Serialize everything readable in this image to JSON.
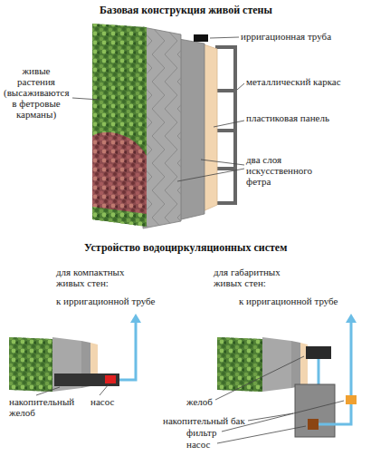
{
  "diagram": {
    "title": "Базовая конструкция живой стены",
    "labels": [
      "ирригационная труба",
      "живые растения (высаживаются в фетровые карманы)",
      "металлический каркас",
      "пластиковая панель",
      "два слоя искусственного фетра",
      "Устройство водоциркуляционных систем",
      "для компактных живых стен:",
      "для габаритных живых стен:",
      "к ирригационной трубе",
      "к ирригационной трубе",
      "накопительный желоб",
      "насос",
      "желоб",
      "накопительный бак",
      "фильтр",
      "насос"
    ]
  }
}
